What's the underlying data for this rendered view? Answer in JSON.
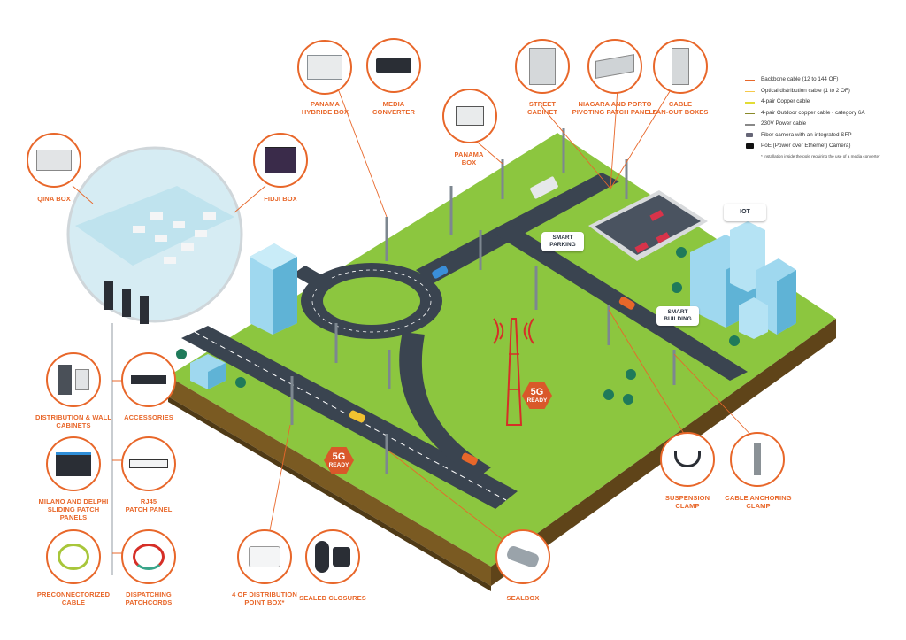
{
  "legend": {
    "items": [
      {
        "label": "Backbone cable (12 to 144 OF)",
        "color": "#e8672a"
      },
      {
        "label": "Optical distribution cable (1 to 2 OF)",
        "color": "#f6c94a"
      },
      {
        "label": "4-pair Copper cable",
        "color": "#e2dc35"
      },
      {
        "label": "4-pair Outdoor copper cable - category 6A",
        "color": "#8a8a2a"
      },
      {
        "label": "230V Power cable",
        "color": "#888888"
      },
      {
        "label": "Fiber camera with an integrated SFP",
        "icon": "camera-icon"
      },
      {
        "label": "PoE (Power over Ethernet) Camera)",
        "icon": "poe-camera-icon"
      }
    ],
    "note": "* Installation inside the pole requiring the use of a media converter"
  },
  "callouts": {
    "panama_hybride": "PANAMA\nHYBRIDE BOX",
    "media_converter": "MEDIA\nCONVERTER",
    "panama_box": "PANAMA\nBOX",
    "street_cabinet": "STREET\nCABINET",
    "niagara": "NIAGARA AND PORTO\nPIVOTING PATCH PANELS",
    "cable_fanout": "CABLE\nFAN-OUT BOXES",
    "qina": "QINA BOX",
    "fidji": "FIDJI BOX",
    "distribution_cabinets": "DISTRIBUTION & WALL\nCABINETS",
    "accessories": "ACCESSORIES",
    "milano_delphi": "MILANO AND DELPHI\nSLIDING PATCH PANELS",
    "rj45": "RJ45\nPATCH PANEL",
    "preconnectorized": "PRECONNECTORIZED\nCABLE",
    "dispatching": "DISPATCHING\nPATCHCORDS",
    "distribution_point": "4 OF DISTRIBUTION\nPOINT BOX*",
    "sealed_closures": "SEALED CLOSURES",
    "sealbox": "SEALBOX",
    "suspension_clamp": "SUSPENSION\nCLAMP",
    "anchoring_clamp": "CABLE ANCHORING\nCLAMP"
  },
  "bubbles": {
    "smart_parking": "SMART\nPARKING",
    "smart_building": "SMART\nBUILDING",
    "iot": "IOT"
  },
  "badges": {
    "ready_big": "5G",
    "ready_small": "READY"
  },
  "colors": {
    "accent": "#e8672a",
    "grass": "#8cc63f",
    "road": "#3a4450",
    "soil": "#8a6a2f",
    "building": "#9fd8ef"
  }
}
